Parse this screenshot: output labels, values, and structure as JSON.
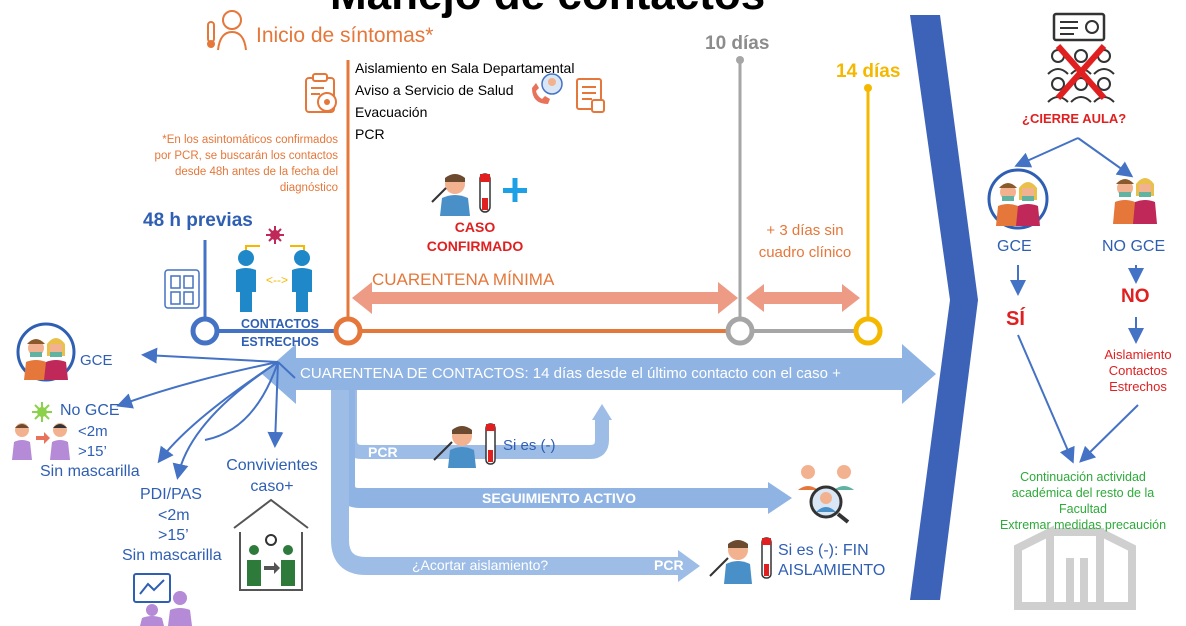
{
  "title": "Manejo de contactos",
  "timeline": {
    "onset": "Inicio de síntomas*",
    "day10": "10 días",
    "day14": "14 días",
    "prev48": "48 h previas",
    "contacts_line1": "CONTACTOS",
    "contacts_line2": "ESTRECHOS",
    "case_line1": "CASO",
    "case_line2": "CONFIRMADO",
    "plus3_line1": "+ 3 días sin",
    "plus3_line2": "cuadro clínico",
    "min_quarantine": "CUARENTENA MÍNIMA",
    "contacts_quarantine": "CUARENTENA DE CONTACTOS: 14 días desde el último contacto con el caso +"
  },
  "actions": [
    "Aislamiento en Sala Departamental",
    "Aviso a Servicio de Salud",
    "Evacuación",
    "PCR"
  ],
  "note": [
    "*En los asintomáticos confirmados",
    "por PCR, se buscarán los contactos",
    "desde 48h antes de la fecha del",
    "diagnóstico"
  ],
  "left": {
    "gce": "GCE",
    "no_gce": "No GCE",
    "lt2m": "<2m",
    "gt15": ">15’",
    "sin_mascarilla": "Sin mascarilla",
    "pdi": "PDI/PAS",
    "convivientes_1": "Convivientes",
    "convivientes_2": "caso+"
  },
  "flows": {
    "pcr": "PCR",
    "si_neg": "Si es (-)",
    "seguimiento": "SEGUIMIENTO ACTIVO",
    "acortar": "¿Acortar aislamiento?",
    "pcr2": "PCR",
    "fin_1": "Si es (-): FIN",
    "fin_2": "AISLAMIENTO"
  },
  "right": {
    "cierre": "¿CIERRE AULA?",
    "gce": "GCE",
    "no_gce": "NO GCE",
    "si": "SÍ",
    "no": "NO",
    "aislamiento": [
      "Aislamiento",
      "Contactos",
      "Estrechos"
    ],
    "continuacion": [
      "Continuación actividad",
      "académica del resto de la",
      "Facultad",
      "Extremar medidas precaución"
    ]
  },
  "colors": {
    "orange": "#e5773a",
    "gray": "#a6a6a6",
    "yellow": "#f5b800",
    "blue": "#4472c4",
    "light_blue": "#8fb4e3",
    "salmon": "#e8967d",
    "red": "#e02020",
    "green": "#2eaa3a"
  }
}
